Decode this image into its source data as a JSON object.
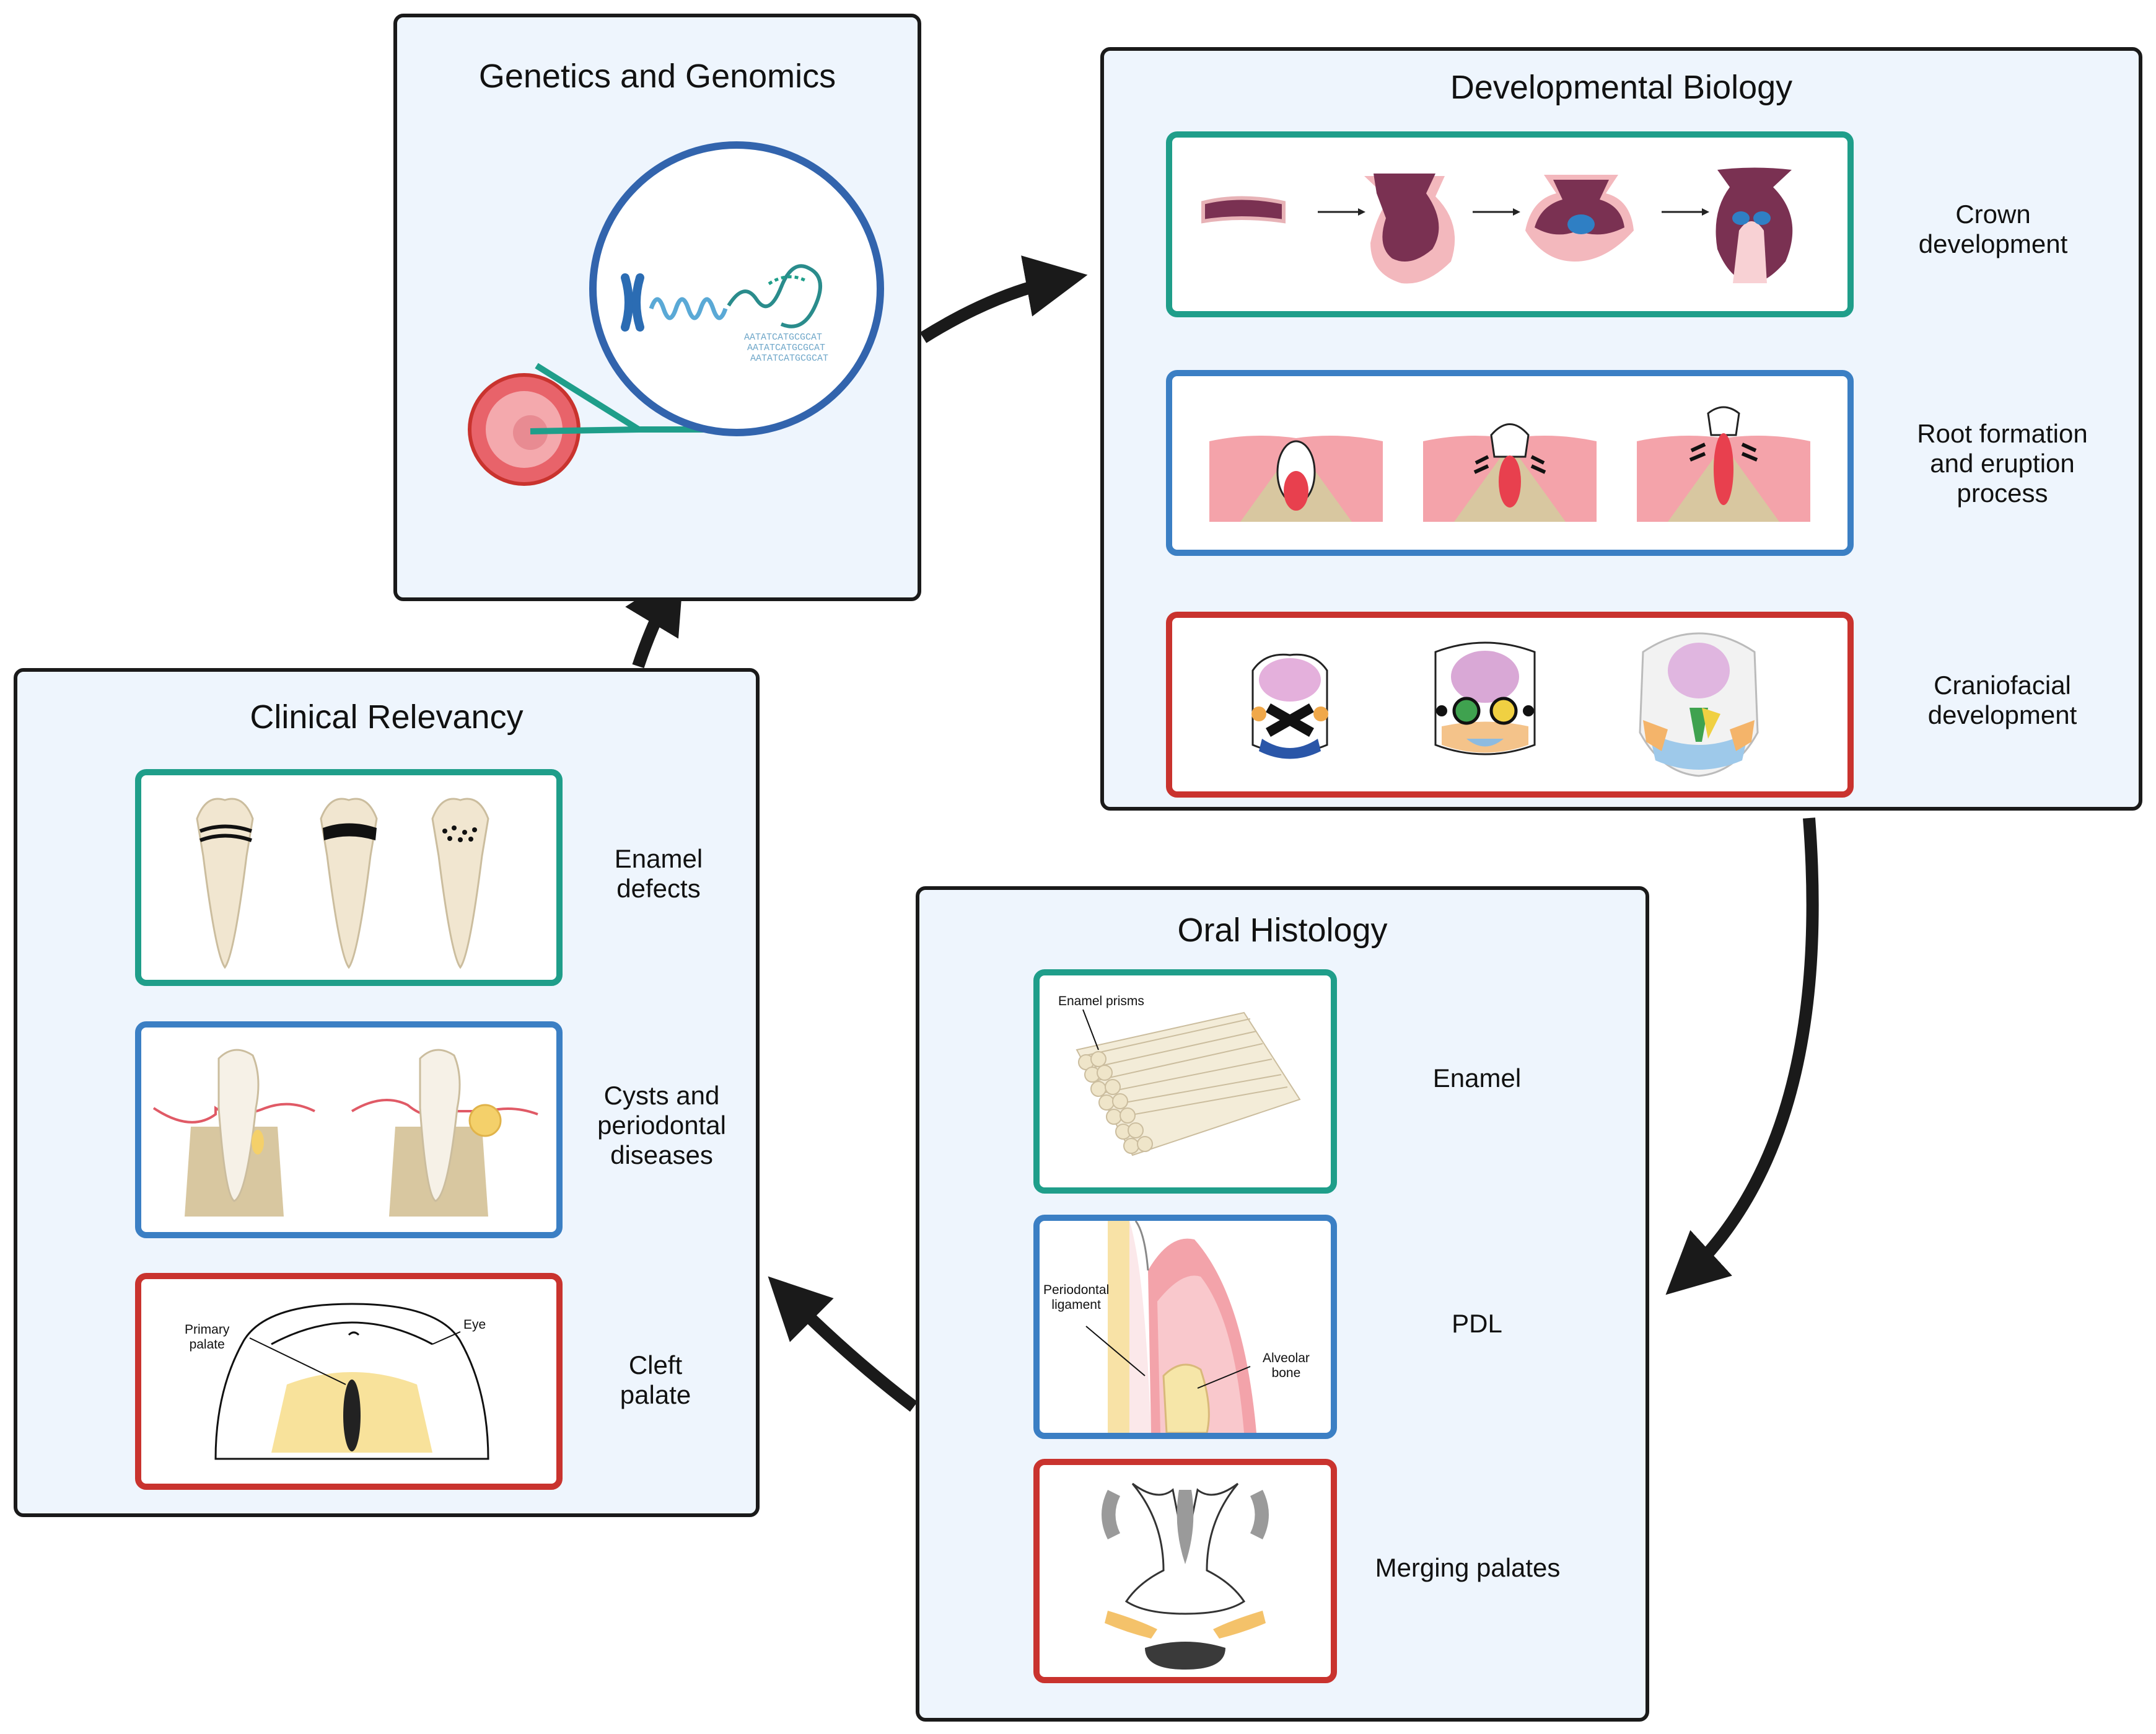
{
  "panels": {
    "genetics": {
      "title": "Genetics and Genomics"
    },
    "developmental": {
      "title": "Developmental Biology",
      "items": [
        {
          "label": "Crown\ndevelopment"
        },
        {
          "label": "Root formation\nand eruption\nprocess"
        },
        {
          "label": "Craniofacial\ndevelopment"
        }
      ]
    },
    "histology": {
      "title": "Oral Histology",
      "items": [
        {
          "label": "Enamel",
          "annotations": [
            "Enamel prisms"
          ]
        },
        {
          "label": "PDL",
          "annotations": [
            "Periodontal\nligament",
            "Alveolar\nbone"
          ]
        },
        {
          "label": "Merging palates"
        }
      ]
    },
    "clinical": {
      "title": "Clinical Relevancy",
      "items": [
        {
          "label": "Enamel\ndefects"
        },
        {
          "label": "Cysts and\nperiodontal\ndiseases"
        },
        {
          "label": "Cleft\npalate",
          "annotations": [
            "Primary\npalate",
            "Eye"
          ]
        }
      ]
    }
  },
  "dna_sequence": "AATATCATGCGCAT",
  "colors": {
    "teal": "#1f9e8a",
    "blue": "#3b7fc4",
    "red": "#c9332e",
    "panel_bg": "#eef5fd"
  }
}
